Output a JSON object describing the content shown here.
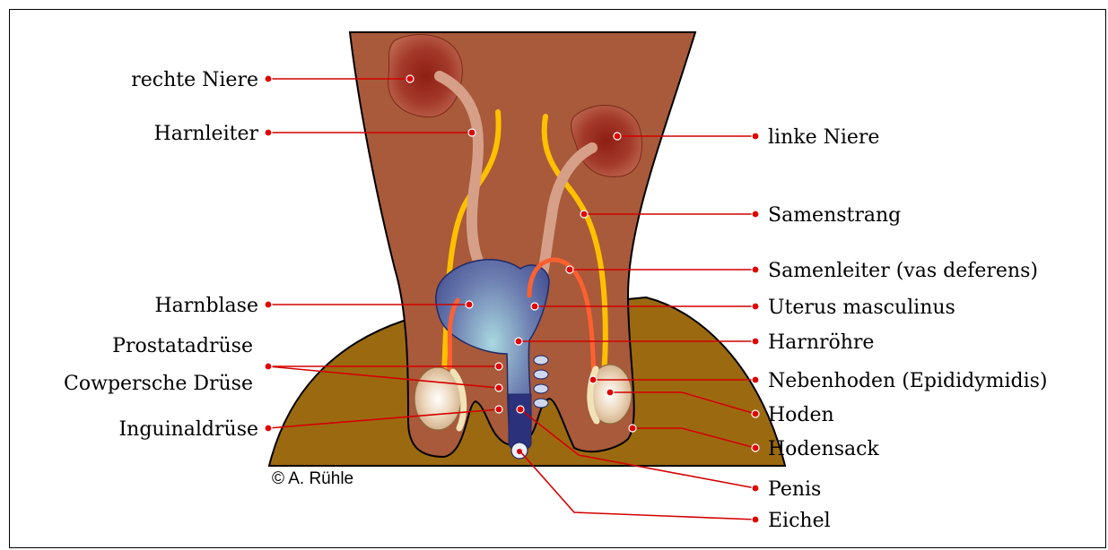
{
  "labels": {
    "left": [
      "rechte Niere",
      "Harnleiter",
      "Harnblase",
      "Prostatadrüse",
      "Cowpersche Drüse",
      "Inguinaldrüse"
    ],
    "right": [
      "linke Niere",
      "Samenstrang",
      "Samenleiter (vas deferens)",
      "Uterus masculinus",
      "Harnröhre",
      "Nebenhoden (Epididymidis)",
      "Hoden",
      "Hodensack",
      "Penis",
      "Eichel"
    ]
  },
  "copyright": "© A. Rühle",
  "colors": {
    "body": "#a85a3a",
    "scrotum": "#9b6a10",
    "kidney": "#8e1e12",
    "bladder": "#4c5a9a",
    "ureter": "#d6a088",
    "spermatic_cord": "#ffc000",
    "vas_deferens": "#ff6030",
    "testis": "#e0c8a8",
    "leader": "#d40000"
  }
}
